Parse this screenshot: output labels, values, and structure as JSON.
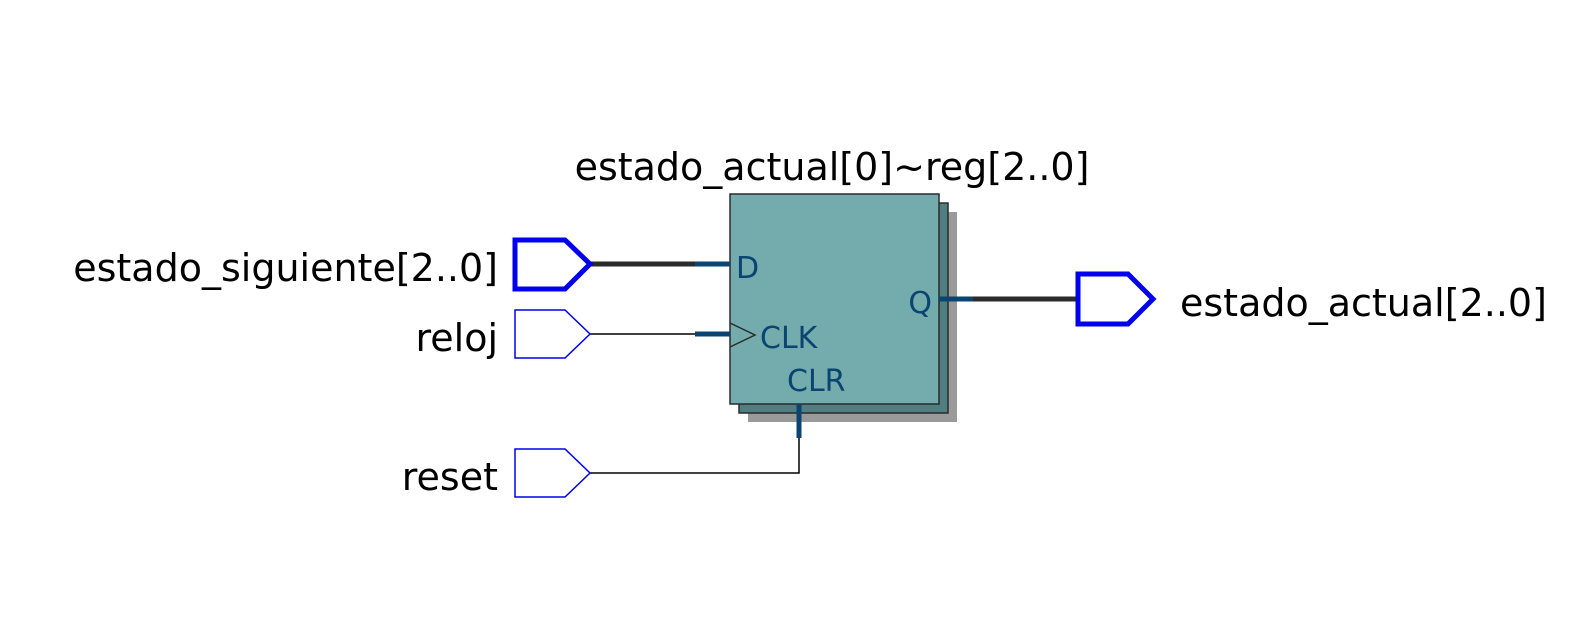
{
  "register": {
    "name": "estado_actual[0]~reg[2..0]",
    "ports": {
      "d": "D",
      "clk": "CLK",
      "clr": "CLR",
      "q": "Q"
    }
  },
  "inputs": {
    "data_bus": "estado_siguiente[2..0]",
    "clock": "reloj",
    "reset": "reset"
  },
  "outputs": {
    "data_bus": "estado_actual[2..0]"
  },
  "colors": {
    "register_fill": "#74abad",
    "register_shadow_fill": "#4f7f81",
    "drop_shadow": "#9a9a9a",
    "port_color": "#0a4470",
    "bus_pin_color": "#0000ee",
    "wire_bus": "#2b2b2b",
    "wire_single": "#000000"
  }
}
